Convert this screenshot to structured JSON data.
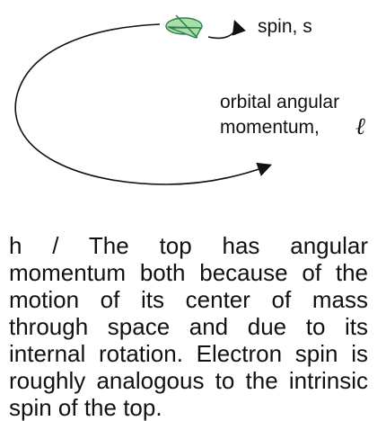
{
  "diagram": {
    "spin_label": "spin, s",
    "orbital_label_line1": "orbital angular",
    "orbital_label_line2": "momentum,",
    "orbital_symbol": "ℓ",
    "top_colors": {
      "fill": "#a6e0a6",
      "stroke": "#2f7d4f"
    },
    "icons": [
      "spinning-top-icon",
      "spin-arrow-icon",
      "orbit-path-icon"
    ]
  },
  "caption": {
    "marker": "h / ",
    "text": "The top has angular momentum both because of the motion of its center of mass through space and due to its internal rotation. Electron spin is roughly analogous to the intrinsic spin of the top."
  }
}
